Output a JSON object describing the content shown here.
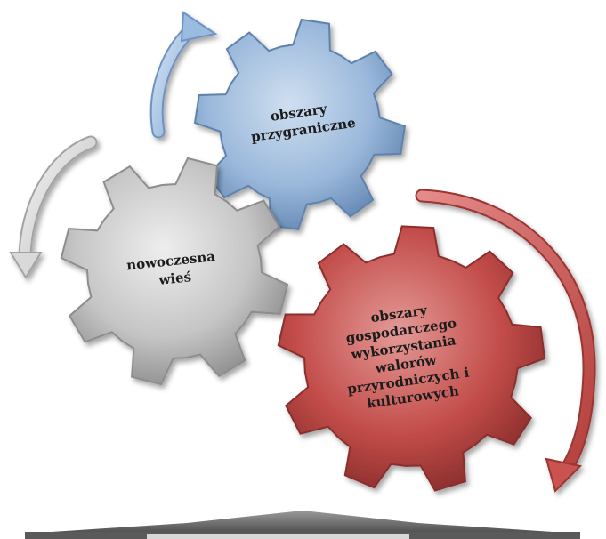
{
  "gears": [
    {
      "label_lines": [
        "obszary",
        "przygraniczne"
      ],
      "color": "#97b6da",
      "edge_color": "#5e82ad",
      "text_color": "#1a1a1a"
    },
    {
      "label_lines": [
        "nowoczesna",
        "wieś"
      ],
      "color": "#c4c4c4",
      "edge_color": "#8d8d8d",
      "text_color": "#1a1a1a"
    },
    {
      "label_lines": [
        "obszary",
        "gospodarczego",
        "wykorzystania",
        "walorów",
        "przyrodniczych i",
        "kulturowych"
      ],
      "color": "#bf4a47",
      "edge_color": "#8a2f2d",
      "text_color": "#1a1a1a"
    }
  ],
  "arrows": [
    {
      "meaning": "clockwise cycle arrow",
      "color": "#8fb2dc"
    },
    {
      "meaning": "counter-clockwise cycle arrow",
      "color": "#cfcfcf"
    },
    {
      "meaning": "clockwise cycle arrow",
      "color": "#c85250"
    }
  ],
  "base": {
    "meaning": "grey platform bar",
    "color": "#6f6f6f"
  }
}
